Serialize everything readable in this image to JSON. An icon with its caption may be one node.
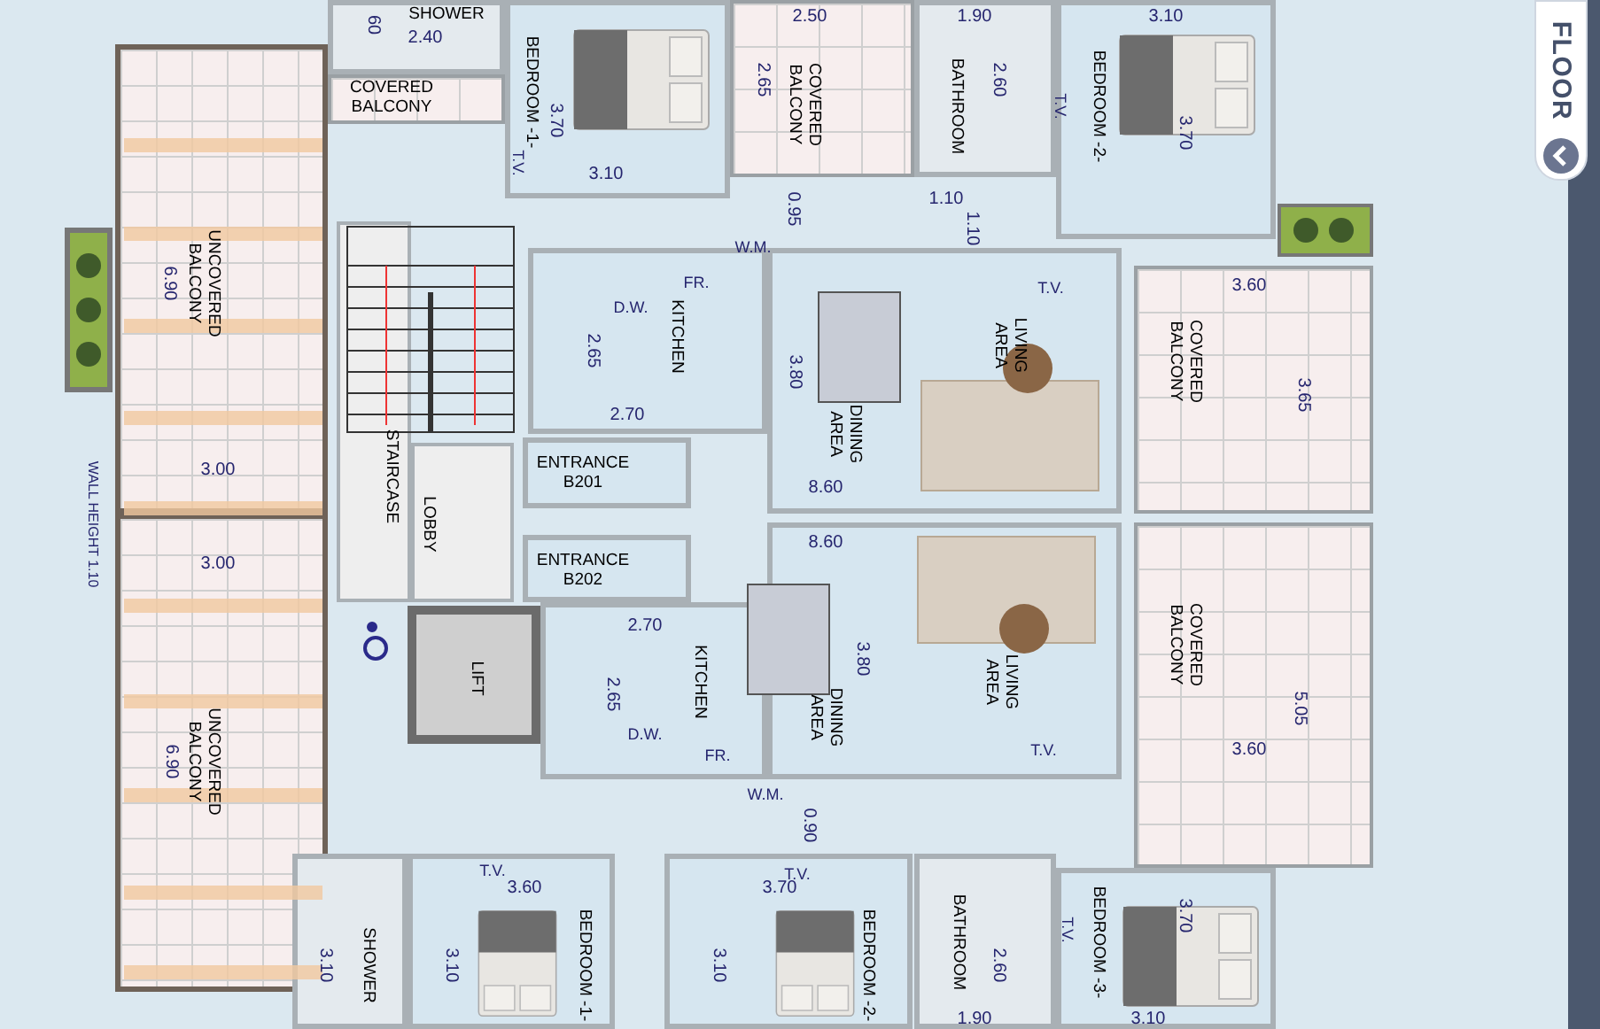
{
  "diagram": {
    "nodes": [
      {
        "text": [
          "SHOWER"
        ]
      },
      {
        "text": [
          "COVERED BALCONY"
        ]
      },
      {
        "text": [
          "BEDROOM -1-"
        ]
      },
      {
        "text": [
          "COVERED BALCONY"
        ]
      },
      {
        "text": [
          "BATHROOM"
        ]
      },
      {
        "text": [
          "BEDROOM -2-"
        ]
      },
      {
        "text": [
          "UNCOVERED BALCONY"
        ]
      },
      {
        "text": [
          "KITCHEN"
        ]
      },
      {
        "text": [
          "DINING AREA",
          "LIVING AREA"
        ]
      },
      {
        "text": [
          "COVERED BALCONY"
        ]
      },
      {
        "text": [
          "ENTRANCE B201"
        ]
      },
      {
        "text": [
          "STAIRCASE"
        ]
      },
      {
        "text": [
          "LOBBY"
        ]
      },
      {
        "text": [
          "LIFT"
        ]
      },
      {
        "text": [
          "ENTRANCE B202"
        ]
      },
      {
        "text": [
          "UNCOVERED BALCONY"
        ]
      },
      {
        "text": [
          "KITCHEN"
        ]
      },
      {
        "text": [
          "LIVING AREA",
          "DINING AREA"
        ]
      },
      {
        "text": [
          "COVERED BALCONY"
        ]
      },
      {
        "text": [
          "SHOWER"
        ]
      },
      {
        "text": [
          "BEDROOM -1-"
        ]
      },
      {
        "text": [
          "BEDROOM -2-"
        ]
      },
      {
        "text": [
          "BATHROOM"
        ]
      },
      {
        "text": [
          "BEDROOM -3-"
        ]
      }
    ],
    "labels": [
      "60",
      "2.40",
      "2.50",
      "1.90",
      "3.10",
      "3.70",
      "2.65",
      "2.60",
      "3.70",
      "T.V.",
      "T.V.",
      "3.10",
      "1.10",
      "0.95",
      "1.10",
      "W.M.",
      "FR.",
      "T.V.",
      "3.60",
      "D.W.",
      "6.90",
      "2.65",
      "3.80",
      "3.65",
      "2.70",
      "3.00",
      "8.60",
      "WALL HEIGHT 1.10",
      "8.60",
      "3.00",
      "2.70",
      "3.80",
      "2.65",
      "5.05",
      "D.W.",
      "FR.",
      "T.V.",
      "3.60",
      "6.90",
      "W.M.",
      "0.90",
      "T.V.",
      "T.V.",
      "3.60",
      "3.70",
      "T.V.",
      "3.70",
      "3.10",
      "3.10",
      "3.10",
      "2.60",
      "1.90",
      "3.10",
      "FLOOR"
    ]
  }
}
